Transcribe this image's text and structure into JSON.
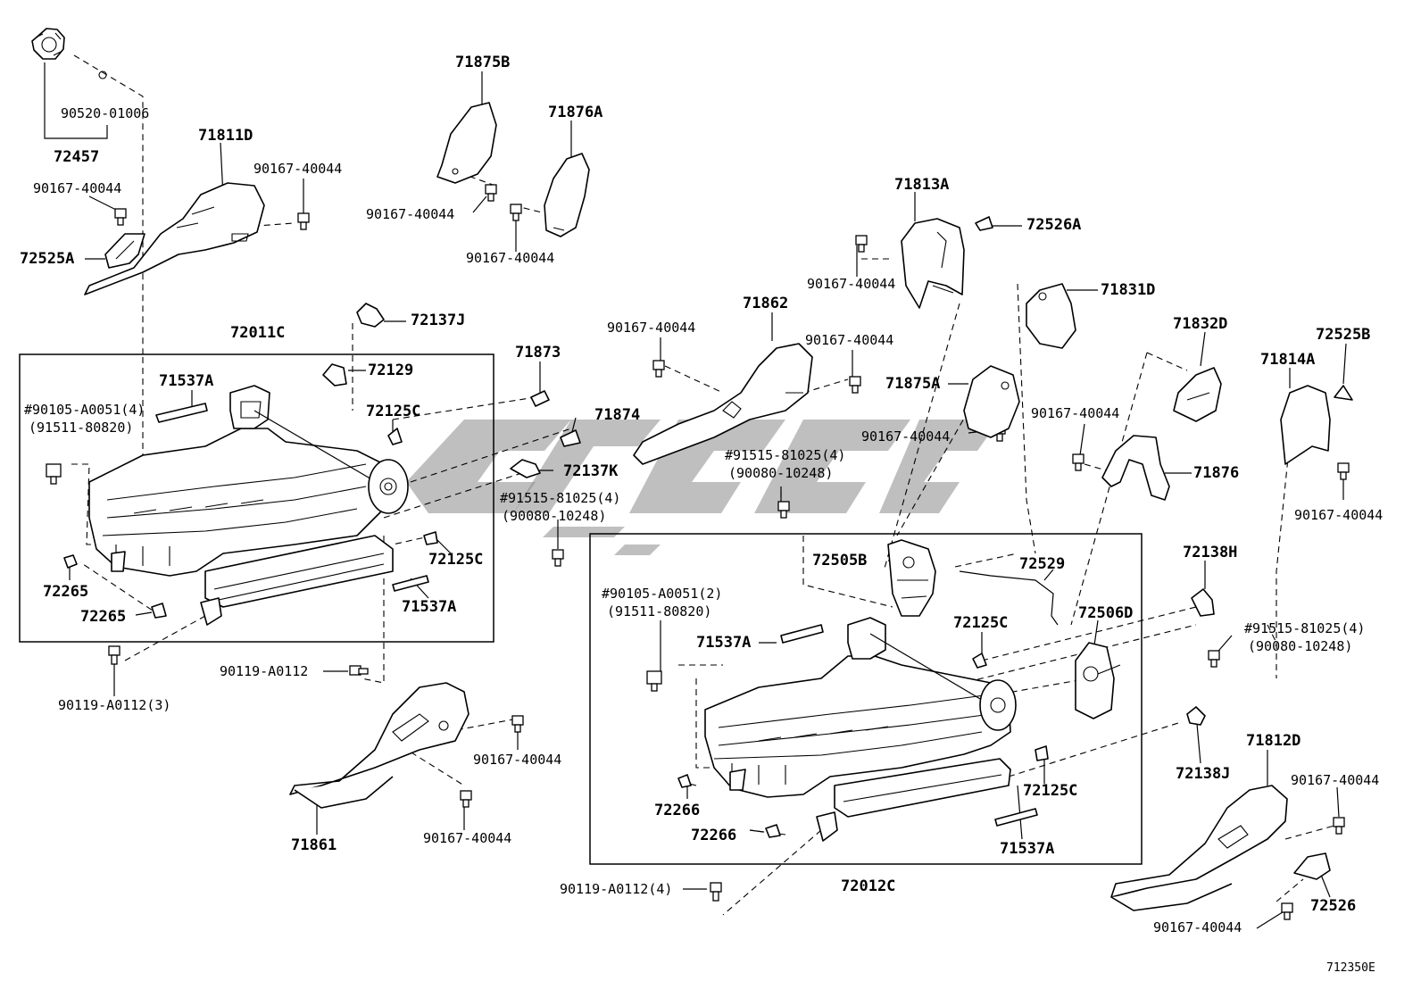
{
  "diagram_code": "712350E",
  "watermark": "",
  "groups": {
    "frame_left": "72011C",
    "frame_right": "72012C"
  },
  "labels": {
    "p72457": "72457",
    "p90520_01006": "90520-01006",
    "p71811D": "71811D",
    "p90167_a": "90167-40044",
    "p90167_b": "90167-40044",
    "p72525A": "72525A",
    "p71875B": "71875B",
    "p71876A": "71876A",
    "p90167_c": "90167-40044",
    "p90167_d": "90167-40044",
    "p72137J": "72137J",
    "p72129": "72129",
    "p71537A_1": "71537A",
    "p90105_1": "#90105-A0051(4)",
    "p91511_1": "(91511-80820)",
    "p72125C_1": "72125C",
    "p71873": "71873",
    "p71874": "71874",
    "p72137K": "72137K",
    "p91515_1": "#91515-81025(4)",
    "p90080_1": "(90080-10248)",
    "p72125C_2": "72125C",
    "p71537A_2": "71537A",
    "p72265_1": "72265",
    "p72265_2": "72265",
    "p90119_1": "90119-A0112",
    "p90119_2": "90119-A0112(3)",
    "p90167_e": "90167-40044",
    "p90167_f": "90167-40044",
    "p71861": "71861",
    "p71862": "71862",
    "p90167_g": "90167-40044",
    "p90167_h": "90167-40044",
    "p71813A": "71813A",
    "p72526A": "72526A",
    "p90167_i": "90167-40044",
    "p71831D": "71831D",
    "p71875A": "71875A",
    "p90167_j": "90167-40044",
    "p91515_2": "#91515-81025(4)",
    "p90080_2": "(90080-10248)",
    "p71832D": "71832D",
    "p90167_k": "90167-40044",
    "p71876": "71876",
    "p72525B": "72525B",
    "p71814A": "71814A",
    "p90167_l": "90167-40044",
    "p72505B": "72505B",
    "p72529": "72529",
    "p72138H": "72138H",
    "p90105_2": "#90105-A0051(2)",
    "p91511_2": "(91511-80820)",
    "p71537A_3": "71537A",
    "p72125C_3": "72125C",
    "p72506D": "72506D",
    "p91515_3": "#91515-81025(4)",
    "p90080_3": "(90080-10248)",
    "p72138J": "72138J",
    "p71812D": "71812D",
    "p90167_m": "90167-40044",
    "p72125C_4": "72125C",
    "p72266_1": "72266",
    "p72266_2": "72266",
    "p71537A_4": "71537A",
    "p90119_3": "90119-A0112(4)",
    "p72526": "72526",
    "p90167_n": "90167-40044"
  }
}
